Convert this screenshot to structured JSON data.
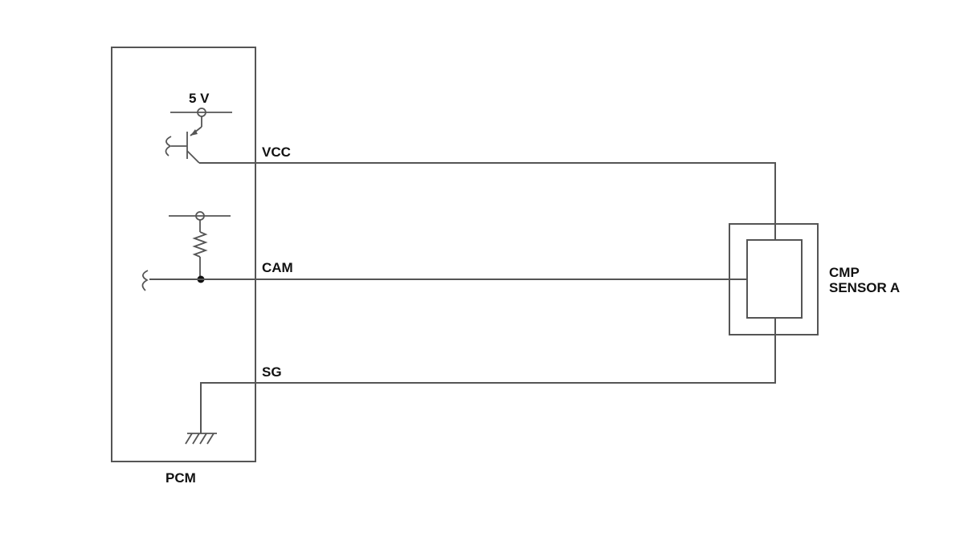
{
  "labels": {
    "supply_voltage": "5 V",
    "vcc": "VCC",
    "cam": "CAM",
    "sg": "SG",
    "pcm": "PCM",
    "sensor_line1": "CMP",
    "sensor_line2": "SENSOR A"
  }
}
